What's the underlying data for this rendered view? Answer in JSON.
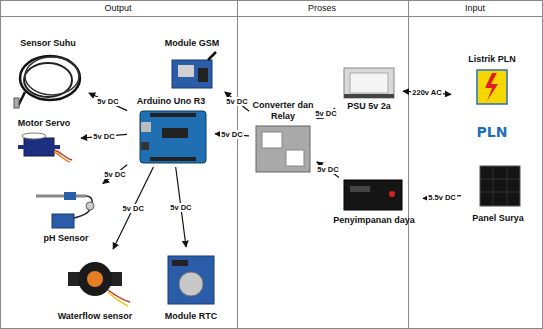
{
  "diagram": {
    "nodes": [
      {
        "text": [
          "Sensor Suhu"
        ]
      },
      {
        "text": [
          "Module GSM"
        ]
      },
      {
        "text": [
          "Motor Servo"
        ]
      },
      {
        "text": [
          "Arduino Uno R3"
        ]
      },
      {
        "text": [
          "pH Sensor"
        ]
      },
      {
        "text": [
          "Waterflow sensor"
        ]
      },
      {
        "text": [
          "Module RTC"
        ]
      },
      {
        "text": [
          "Converter dan Relay"
        ]
      },
      {
        "text": [
          "PSU 5v 2a"
        ]
      },
      {
        "text": [
          "Listrik PLN",
          "PLN"
        ]
      },
      {
        "text": [
          "Penyimpanan daya"
        ]
      },
      {
        "text": [
          "Panel Surya"
        ]
      }
    ],
    "edges": [
      {
        "from": 3,
        "to": 0,
        "label": "5v DC",
        "arrow": "to"
      },
      {
        "from": 3,
        "to": 2,
        "label": "5v DC",
        "arrow": "to"
      },
      {
        "from": 3,
        "to": 4,
        "label": "5v DC",
        "arrow": "to"
      },
      {
        "from": 3,
        "to": 5,
        "label": "5v DC",
        "arrow": "to"
      },
      {
        "from": 3,
        "to": 6,
        "label": "5v DC",
        "arrow": "to"
      },
      {
        "from": 7,
        "to": 1,
        "label": "5v DC",
        "arrow": "to"
      },
      {
        "from": 7,
        "to": 3,
        "label": "5v DC",
        "arrow": "to"
      },
      {
        "from": 8,
        "to": 7,
        "label": "5v DC",
        "arrow": "to"
      },
      {
        "from": 9,
        "to": 8,
        "label": "220v AC",
        "arrow": "both"
      },
      {
        "from": 10,
        "to": 7,
        "label": "5v DC",
        "arrow": "to"
      },
      {
        "from": 11,
        "to": 10,
        "label": "5.5v DC",
        "arrow": "to"
      }
    ],
    "labels": [
      "Output",
      "Proses",
      "Input"
    ]
  }
}
